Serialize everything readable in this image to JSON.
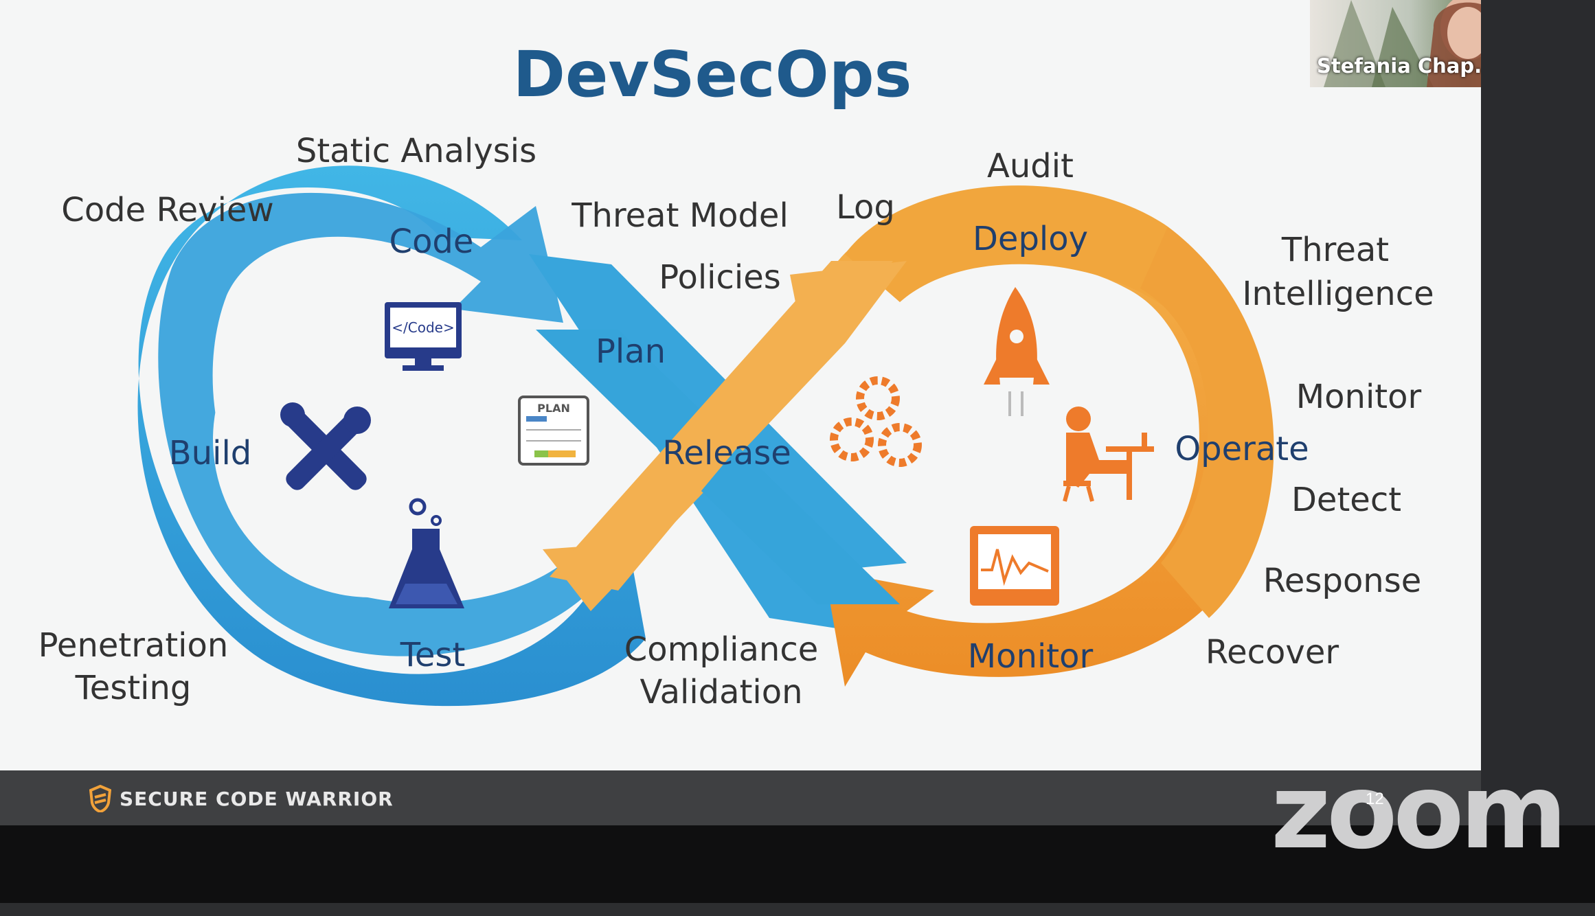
{
  "slide": {
    "title": "DevSecOps",
    "loop_labels": {
      "code": "Code",
      "plan": "Plan",
      "build": "Build",
      "test": "Test",
      "release": "Release",
      "deploy": "Deploy",
      "operate": "Operate",
      "monitor": "Monitor"
    },
    "annotations": {
      "static_analysis": "Static Analysis",
      "code_review": "Code Review",
      "threat_model": "Threat Model",
      "log": "Log",
      "audit": "Audit",
      "policies": "Policies",
      "threat_intelligence_1": "Threat",
      "threat_intelligence_2": "Intelligence",
      "monitor_right": "Monitor",
      "detect": "Detect",
      "response": "Response",
      "recover": "Recover",
      "penetration_1": "Penetration",
      "penetration_2": "Testing",
      "compliance_1": "Compliance",
      "compliance_2": "Validation"
    },
    "icon_labels": {
      "code_screen": "</Code>",
      "plan_board": "PLAN"
    },
    "footer_brand": "SECURE CODE WARRIOR",
    "slide_number": "12"
  },
  "zoom": {
    "logo": "zoom",
    "participant_name": "Stefania Chap..."
  },
  "colors": {
    "blue": "#35a7dc",
    "blue_dark": "#2577b8",
    "orange": "#f2a23a",
    "orange_dark": "#ea8a24",
    "title": "#1f5a8c",
    "icon_navy": "#273b8a",
    "icon_orange": "#ee7b2b"
  },
  "icons": [
    "code-screen-icon",
    "plan-board-icon",
    "tools-icon",
    "flask-icon",
    "gears-icon",
    "rocket-icon",
    "person-desk-icon",
    "monitor-chart-icon",
    "shield-logo-icon"
  ]
}
